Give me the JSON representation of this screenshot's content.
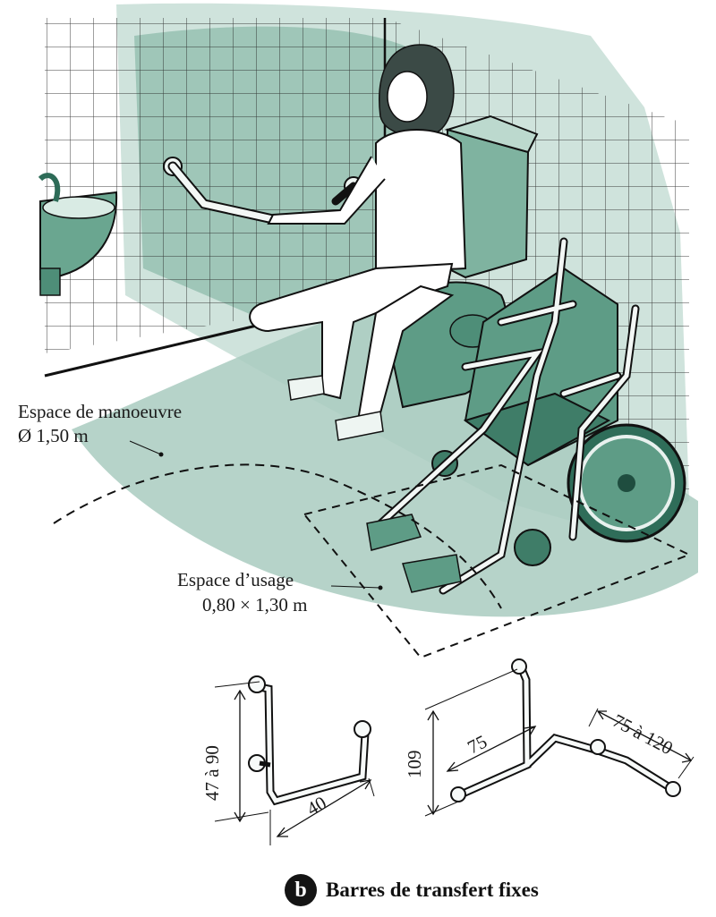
{
  "labels": {
    "manoeuvre_line1": "Espace de manoeuvre",
    "manoeuvre_line2": "Ø 1,50 m",
    "usage_line1": "Espace d’usage",
    "usage_line2": "0,80 × 1,30 m"
  },
  "dimensions": {
    "left_bar_height": "47 à 90",
    "left_bar_length": "40",
    "right_bar_height": "109",
    "right_bar_depth": "75",
    "right_bar_length": "75 à 120"
  },
  "caption": {
    "badge": "b",
    "title": "Barres de transfert fixes"
  },
  "colors": {
    "accent_green": "#5e9c86",
    "light_green": "#cfe3dc",
    "floor_green": "#a9cbbf",
    "line": "#1a1a1a"
  }
}
